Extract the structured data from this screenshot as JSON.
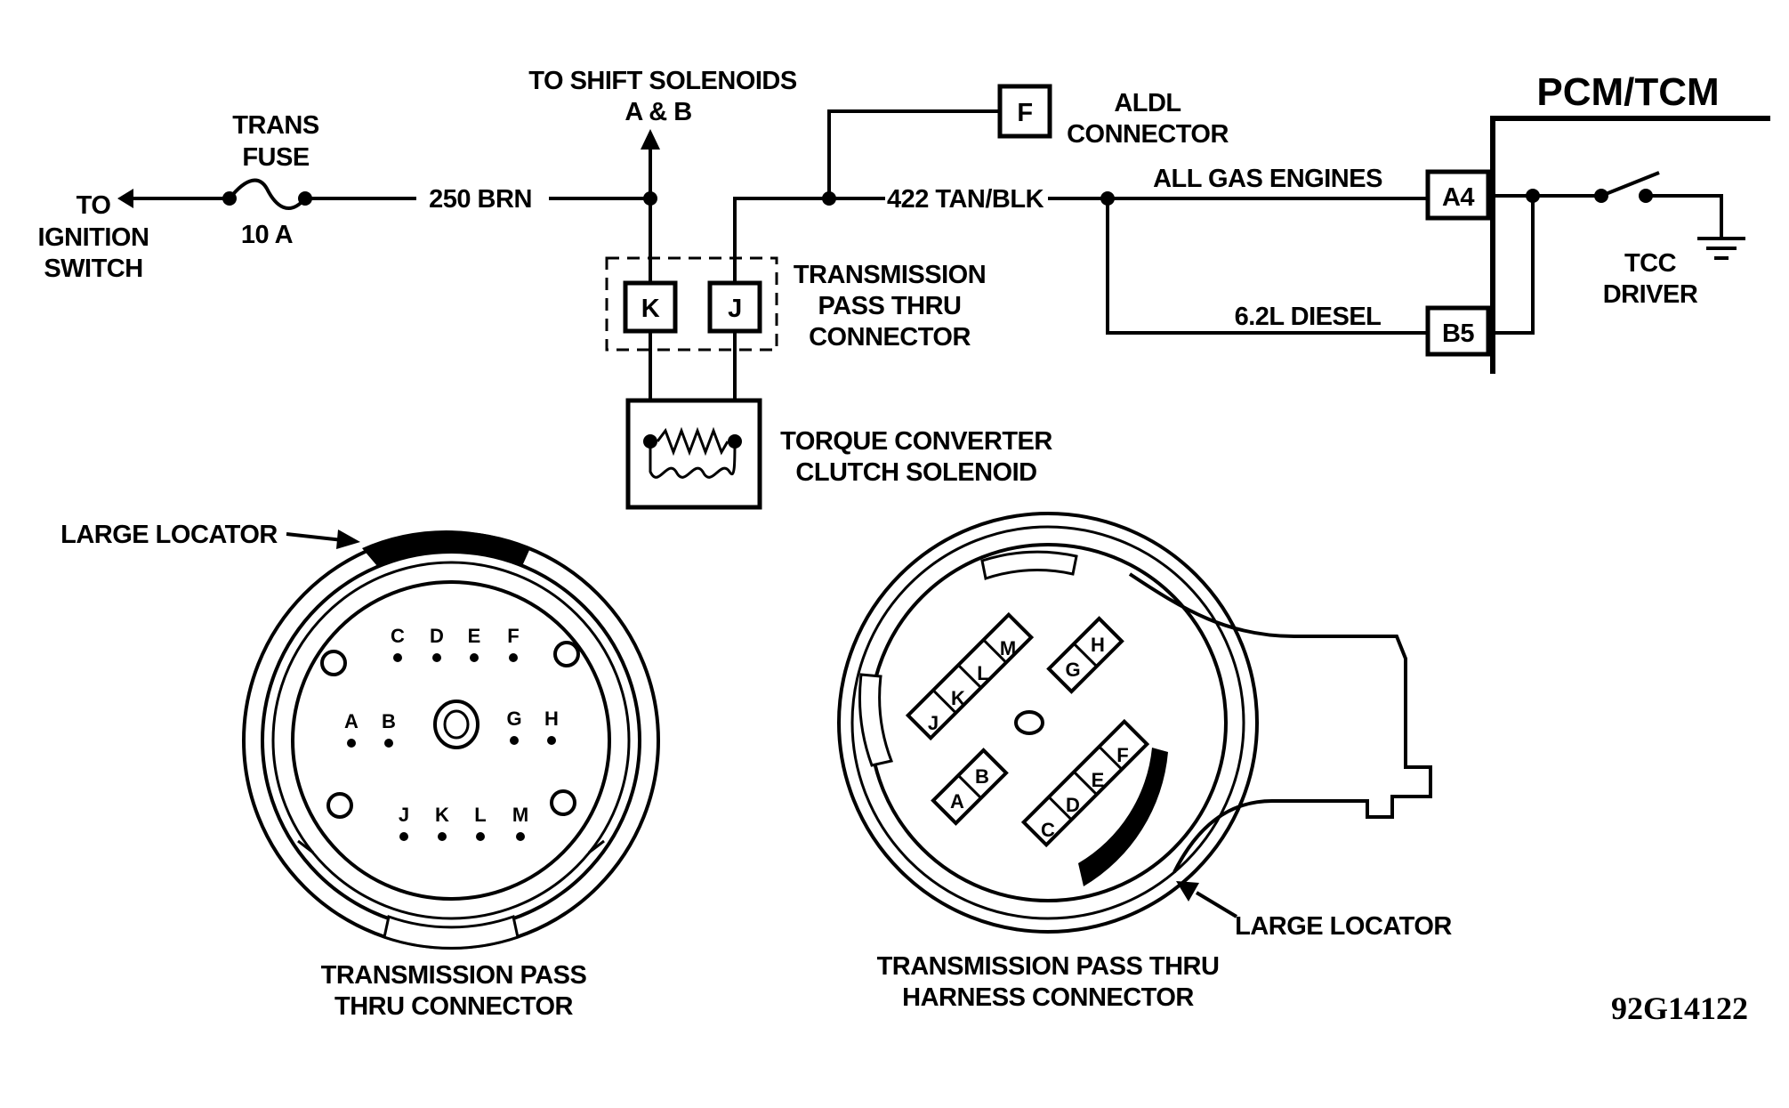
{
  "schematic": {
    "ignition_label": [
      "TO",
      "IGNITION",
      "SWITCH"
    ],
    "fuse_label": [
      "TRANS",
      "FUSE"
    ],
    "fuse_rating": "10 A",
    "wire_250": "250 BRN",
    "shift_solenoids": [
      "TO SHIFT SOLENOIDS",
      "A & B"
    ],
    "aldl_pin": "F",
    "aldl_label": [
      "ALDL",
      "CONNECTOR"
    ],
    "wire_422": "422 TAN/BLK",
    "pcm_label": "PCM/TCM",
    "gas_engines": "ALL GAS ENGINES",
    "diesel": "6.2L DIESEL",
    "pcm_pin_a4": "A4",
    "pcm_pin_b5": "B5",
    "tcc_driver": [
      "TCC",
      "DRIVER"
    ],
    "pass_pin_k": "K",
    "pass_pin_j": "J",
    "pass_thru_label": [
      "TRANSMISSION",
      "PASS THRU",
      "CONNECTOR"
    ],
    "tcc_solenoid": [
      "TORQUE CONVERTER",
      "CLUTCH SOLENOID"
    ]
  },
  "left_connector": {
    "locator": "LARGE LOCATOR",
    "pins_top": [
      "C",
      "D",
      "E",
      "F"
    ],
    "pins_mid_left": [
      "A",
      "B"
    ],
    "pins_mid_right": [
      "G",
      "H"
    ],
    "pins_bottom": [
      "J",
      "K",
      "L",
      "M"
    ],
    "caption": [
      "TRANSMISSION PASS",
      "THRU CONNECTOR"
    ]
  },
  "right_connector": {
    "locator": "LARGE LOCATOR",
    "pins_jklm": [
      "J",
      "K",
      "L",
      "M"
    ],
    "pins_gh": [
      "G",
      "H"
    ],
    "pins_ab": [
      "A",
      "B"
    ],
    "pins_cdef": [
      "C",
      "D",
      "E",
      "F"
    ],
    "caption": [
      "TRANSMISSION PASS THRU",
      "HARNESS CONNECTOR"
    ]
  },
  "figure_code": "92G14122"
}
